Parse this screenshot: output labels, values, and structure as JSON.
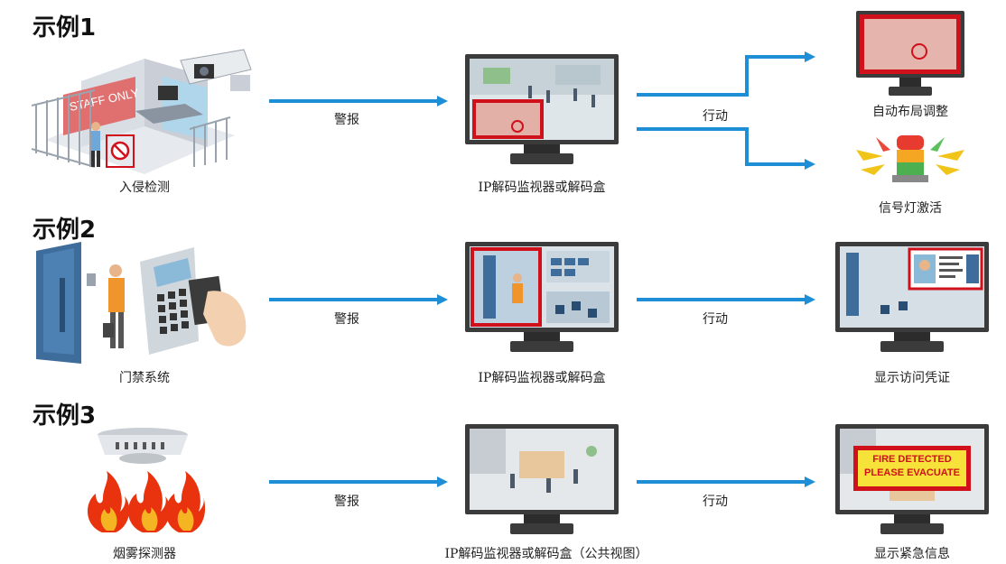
{
  "examples": [
    {
      "title": "示例1",
      "source_label": "入侵检测",
      "alert_label": "警报",
      "monitor_label": "IP解码监视器或解码盒",
      "action_label": "行动",
      "results": [
        {
          "label": "自动布局调整",
          "icon": "monitor-alert-icon"
        },
        {
          "label": "信号灯激活",
          "icon": "signal-light-icon"
        }
      ],
      "sign_text": "STAFF ONLY"
    },
    {
      "title": "示例2",
      "source_label": "门禁系统",
      "alert_label": "警报",
      "monitor_label": "IP解码监视器或解码盒",
      "action_label": "行动",
      "results": [
        {
          "label": "显示访问凭证",
          "icon": "monitor-credential-icon"
        }
      ]
    },
    {
      "title": "示例3",
      "source_label": "烟雾探测器",
      "alert_label": "警报",
      "monitor_label": "IP解码监视器或解码盒（公共视图）",
      "action_label": "行动",
      "results": [
        {
          "label": "显示紧急信息",
          "icon": "monitor-fire-icon"
        }
      ],
      "fire_text_line1": "FIRE DETECTED",
      "fire_text_line2": "PLEASE EVACUATE"
    }
  ],
  "colors": {
    "arrow": "#1e8fd6",
    "alert_frame": "#d0101a",
    "monitor_body": "#3b3b3b"
  }
}
